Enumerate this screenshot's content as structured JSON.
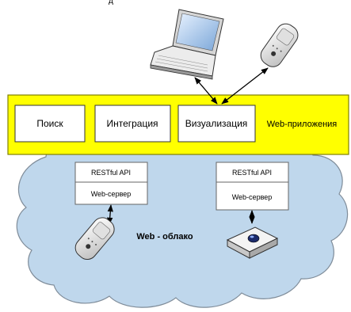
{
  "top_partial_text": "д",
  "web_apps": {
    "label": "Web-приложения",
    "color": "#ffff00",
    "modules": [
      {
        "label": "Поиск"
      },
      {
        "label": "Интеграция"
      },
      {
        "label": "Визуализация"
      }
    ]
  },
  "cloud": {
    "label": "Web - облако",
    "color": "#bfd7ec",
    "stacks": [
      {
        "api_label": "RESTful API",
        "server_label": "Web-сервер"
      },
      {
        "api_label": "RESTful API",
        "server_label": "Web-сервер"
      }
    ]
  },
  "icons": [
    "laptop-icon",
    "mobile-phone-icon",
    "mobile-phone-icon",
    "device-icon"
  ]
}
